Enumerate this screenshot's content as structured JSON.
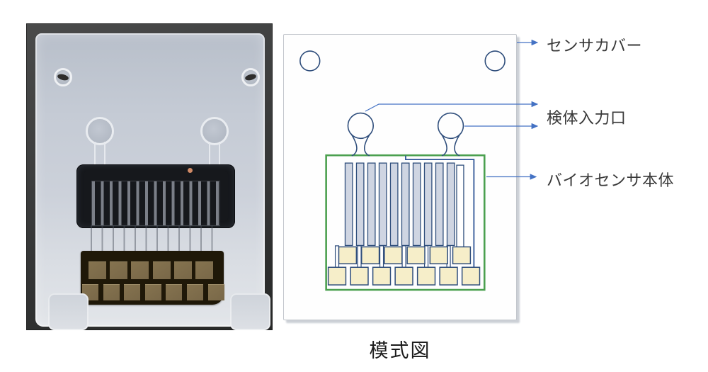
{
  "caption": "模式図",
  "labels": {
    "sensor_cover": "センサカバー",
    "sample_inlet": "検体入力口",
    "biosensor_body": "バイオセンサ本体"
  },
  "schematic": {
    "screw_hole_count": 2,
    "inlet_count": 2,
    "electrode_bar_count": 10,
    "pad_count_top": 6,
    "pad_count_bottom": 7,
    "colors": {
      "outline_navy": "#2e4d7b",
      "channel_blue": "#2f5496",
      "body_green": "#4ba04f",
      "bar_fill": "#cfd5e2",
      "pad_fill": "#f6eec9",
      "arrow_blue": "#4472c4"
    }
  },
  "photo": {
    "pad_count_top": 6,
    "pad_count_bottom": 7
  }
}
